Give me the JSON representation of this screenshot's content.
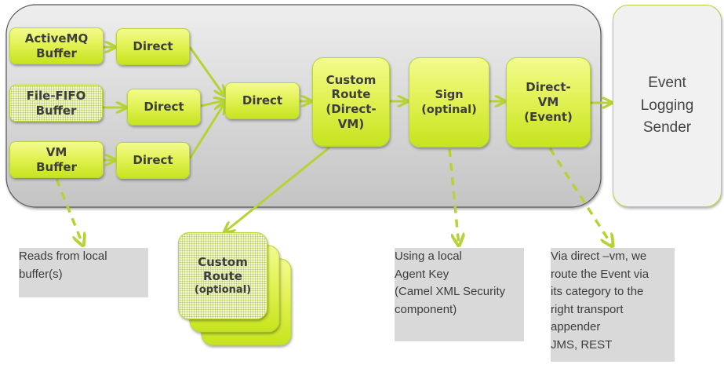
{
  "colors": {
    "node_green": "#d4ec3a",
    "node_border": "#b8d43a",
    "arrow_green": "#b5d337",
    "container_gray": "#d6d6d6",
    "note_gray": "#d9d9d9",
    "text_dark": "#3d3d3d"
  },
  "nodes": {
    "activemq_buffer": [
      "ActiveMQ",
      "Buffer"
    ],
    "file_fifo_buffer": [
      "File-FIFO",
      "Buffer"
    ],
    "vm_buffer": [
      "VM",
      "Buffer"
    ],
    "direct_1": [
      "Direct"
    ],
    "direct_2": [
      "Direct"
    ],
    "direct_3": [
      "Direct"
    ],
    "direct_merge": [
      "Direct"
    ],
    "custom_route_direct_vm": [
      "Custom",
      "Route",
      "(Direct-",
      "VM)"
    ],
    "sign": [
      "Sign",
      "(optinal)"
    ],
    "direct_vm_event": [
      "Direct-",
      "VM",
      "(Event)"
    ],
    "event_logging_sender": [
      "Event",
      "Logging",
      "Sender"
    ],
    "custom_route_optional": [
      "Custom",
      "Route",
      "(optional)"
    ]
  },
  "notes": {
    "reads_buffer": [
      "Reads from local",
      "buffer(s)"
    ],
    "agent_key": [
      "Using  a local",
      "Agent Key",
      "(Camel XML Security",
      "component)"
    ],
    "direct_vm": [
      "Via direct –vm, we",
      "route the Event via",
      "its category to the",
      "right transport",
      "appender",
      "JMS, REST"
    ]
  },
  "edges": [
    {
      "from": "activemq_buffer",
      "to": "direct_1",
      "style": "solid"
    },
    {
      "from": "file_fifo_buffer",
      "to": "direct_2",
      "style": "solid"
    },
    {
      "from": "vm_buffer",
      "to": "direct_3",
      "style": "solid"
    },
    {
      "from": "direct_1",
      "to": "direct_merge",
      "style": "solid"
    },
    {
      "from": "direct_2",
      "to": "direct_merge",
      "style": "solid"
    },
    {
      "from": "direct_3",
      "to": "direct_merge",
      "style": "solid"
    },
    {
      "from": "direct_merge",
      "to": "custom_route_direct_vm",
      "style": "solid"
    },
    {
      "from": "custom_route_direct_vm",
      "to": "sign",
      "style": "solid"
    },
    {
      "from": "sign",
      "to": "direct_vm_event",
      "style": "solid"
    },
    {
      "from": "direct_vm_event",
      "to": "event_logging_sender",
      "style": "solid"
    },
    {
      "from": "custom_route_direct_vm",
      "to": "custom_route_optional",
      "style": "solid"
    },
    {
      "from": "vm_buffer",
      "to": "reads_buffer",
      "style": "dashed"
    },
    {
      "from": "sign",
      "to": "agent_key",
      "style": "dashed"
    },
    {
      "from": "direct_vm_event",
      "to": "direct_vm",
      "style": "dashed"
    }
  ]
}
